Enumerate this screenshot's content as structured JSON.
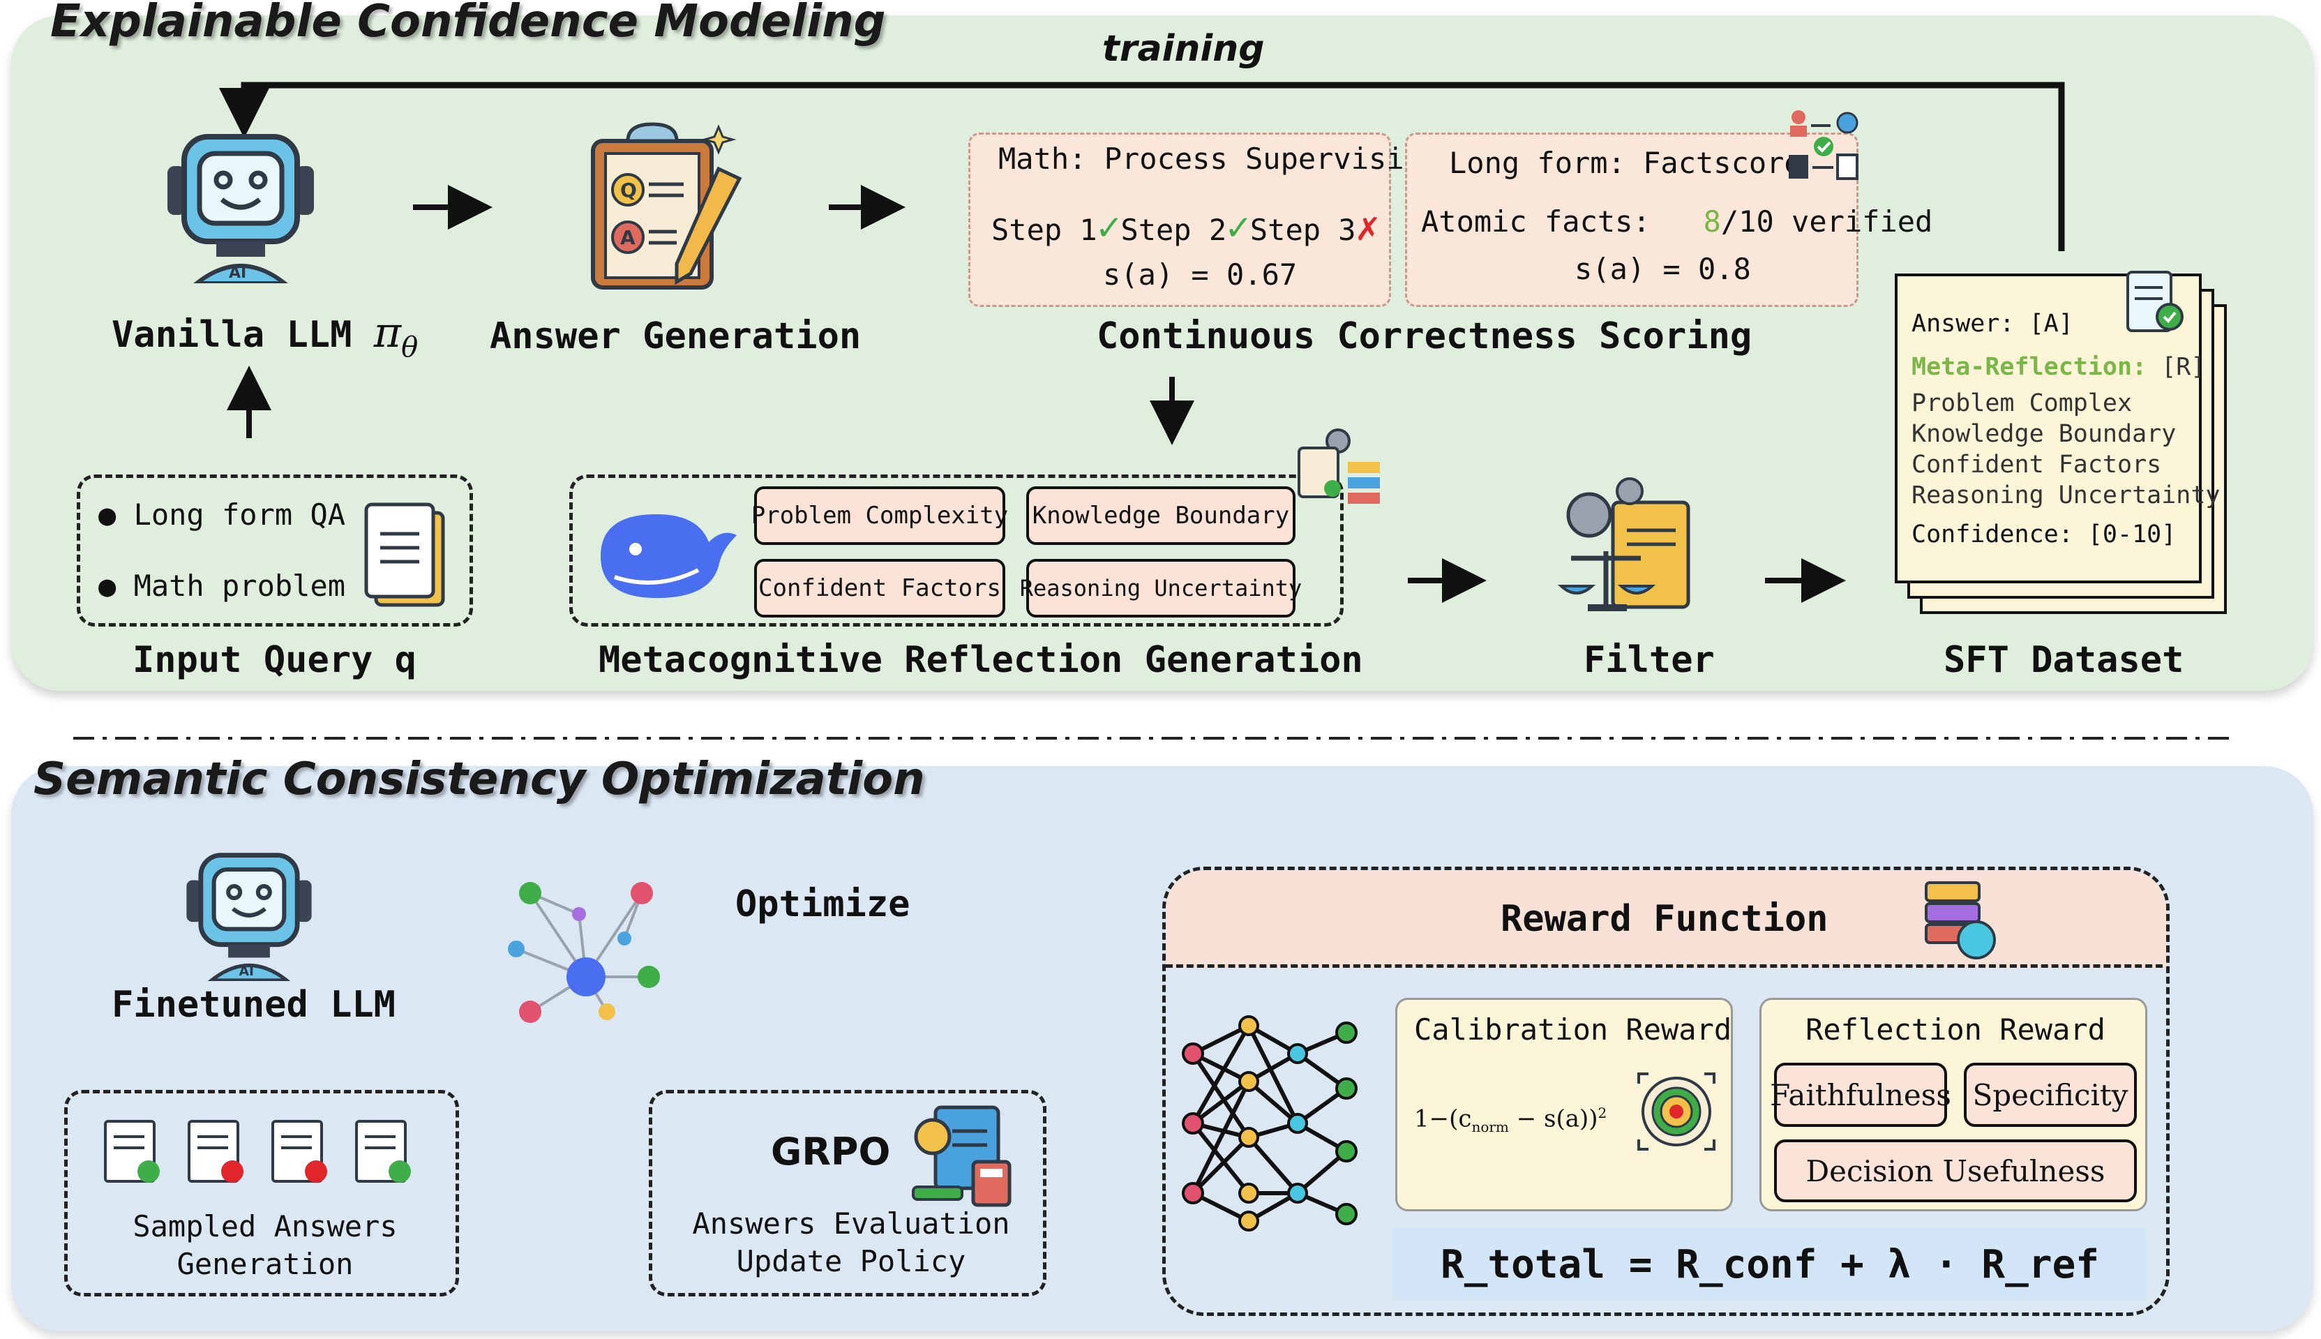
{
  "section1": {
    "title": "Explainable Confidence Modeling",
    "training_label": "training",
    "vanilla_llm_label": "Vanilla LLM",
    "vanilla_llm_symbol": "π",
    "vanilla_llm_subscript": "θ",
    "answer_generation_label": "Answer Generation",
    "scoring_label": "Continuous Correctness Scoring",
    "math_box": {
      "title": "Math: Process Supervision",
      "step1": "Step 1",
      "step2": "Step 2",
      "step3": "Step 3",
      "check": "✓",
      "cross": "✗",
      "score": "s(a) = 0.67"
    },
    "longform_box": {
      "title": "Long form: Factscore",
      "facts_prefix": "Atomic facts:",
      "facts_highlight": "8",
      "facts_suffix": "/10 verified",
      "score": "s(a) = 0.8"
    },
    "input_items": [
      "Long form QA",
      "Math problem"
    ],
    "input_label": "Input Query q",
    "reflection_tags": [
      "Problem Complexity",
      "Knowledge Boundary",
      "Confident Factors",
      "Reasoning Uncertainty"
    ],
    "reflection_label": "Metacognitive Reflection Generation",
    "filter_label": "Filter",
    "sft_label": "SFT Dataset",
    "sft_card": {
      "answer": "Answer:  [A]",
      "meta_key": "Meta-Reflection:",
      "meta_val": " [R]",
      "lines": [
        "Problem Complex",
        "Knowledge Boundary",
        "Confident Factors",
        "Reasoning Uncertainty"
      ],
      "confidence": "Confidence: [0-10]"
    }
  },
  "section2": {
    "title": "Semantic Consistency Optimization",
    "finetuned_label": "Finetuned LLM",
    "optimize_label": "Optimize",
    "sampled_line1": "Sampled Answers",
    "sampled_line2": "Generation",
    "grpo_title": "GRPO",
    "grpo_line1": "Answers Evaluation",
    "grpo_line2": "Update Policy",
    "reward_title": "Reward Function",
    "calibration_title": "Calibration Reward",
    "calibration_formula": "1−(c",
    "calibration_formula_sub": "norm",
    "calibration_formula_rest": " − s(a))",
    "calibration_formula_exp": "2",
    "reflection_title": "Reflection Reward",
    "reflection_buttons": [
      "Faithfulness",
      "Specificity",
      "Decision Usefulness"
    ],
    "total_formula": "R_total = R_conf + λ · R_ref"
  },
  "colors": {
    "top_panel": "#dfeedd",
    "bottom_panel": "#dbe7f3",
    "check_green": "#3fae49",
    "cross_red": "#e0262b",
    "meta_green": "#7ab648",
    "tag_fill": "#fbe3d8"
  }
}
